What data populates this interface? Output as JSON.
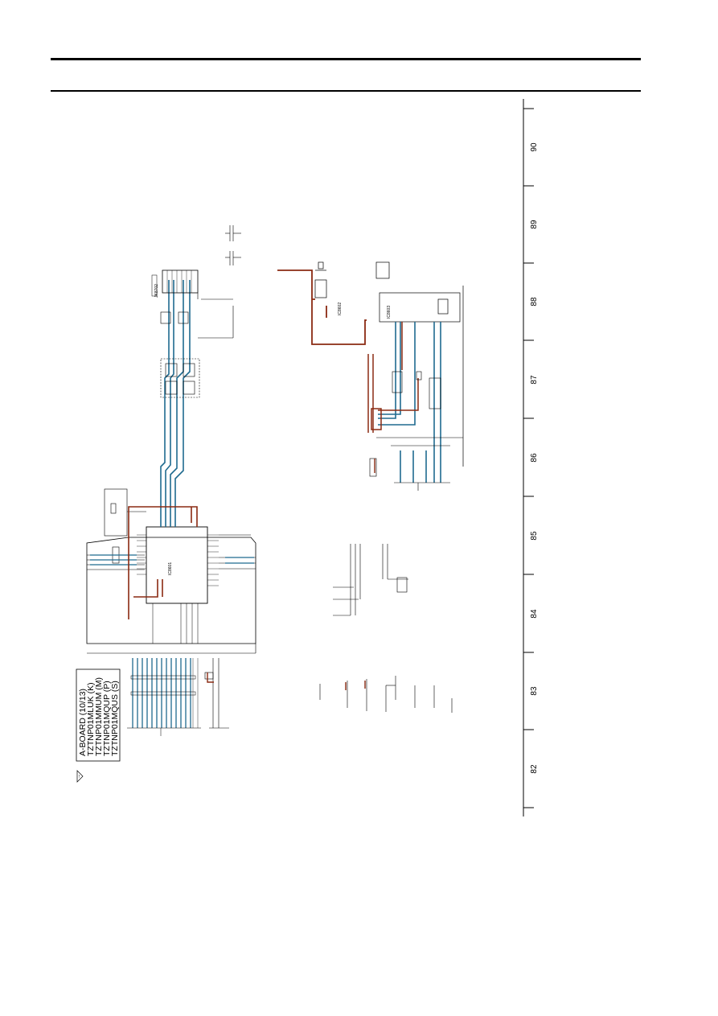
{
  "header": {
    "top_rule": "",
    "bottom_rule": ""
  },
  "title_box": {
    "lines": [
      "A-BOARD (10/13)",
      "TZTNP01MLUK (K)",
      "TZTNP01MMUM (M)",
      "TZTNP01MQUP (P)",
      "TZTNP01MQUS (S)"
    ]
  },
  "ruler": {
    "labels": [
      "90",
      "89",
      "88",
      "87",
      "86",
      "85",
      "84",
      "83",
      "82"
    ]
  },
  "components": {
    "ic_main": "IC8601",
    "jk_main": "JK8702",
    "ic_reg": "IC8602",
    "ic_right": "IC8603"
  },
  "colors": {
    "blue_net": "#1f6a8f",
    "brown_net": "#8a2a12",
    "line": "#111111"
  }
}
